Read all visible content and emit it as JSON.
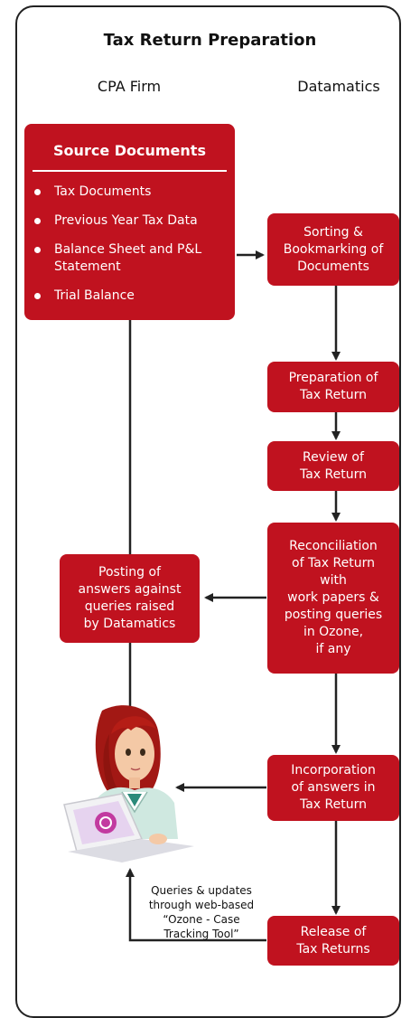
{
  "title": "Tax Return Preparation",
  "columns": {
    "left": "CPA Firm",
    "right": "Datamatics"
  },
  "source": {
    "title": "Source Documents",
    "items": [
      "Tax Documents",
      "Previous Year Tax Data",
      "Balance Sheet and P&L Statement",
      "Trial Balance"
    ]
  },
  "steps": {
    "sorting": [
      "Sorting &",
      "Bookmarking of",
      "Documents"
    ],
    "preparation": [
      "Preparation of",
      "Tax Return"
    ],
    "review": [
      "Review of",
      "Tax Return"
    ],
    "reconciliation": [
      "Reconciliation",
      "of Tax Return",
      "with",
      "work papers  &",
      "posting queries",
      "in Ozone,",
      "if any"
    ],
    "posting": [
      "Posting of",
      "answers against",
      "queries raised",
      "by Datamatics"
    ],
    "incorporation": [
      "Incorporation",
      "of answers in",
      "Tax Return"
    ],
    "release": [
      "Release of",
      "Tax Returns"
    ]
  },
  "note": [
    "Queries & updates",
    "through web-based",
    "“Ozone - Case",
    "Tracking Tool”"
  ],
  "colors": {
    "box": "#c0121f",
    "line": "#222222"
  }
}
